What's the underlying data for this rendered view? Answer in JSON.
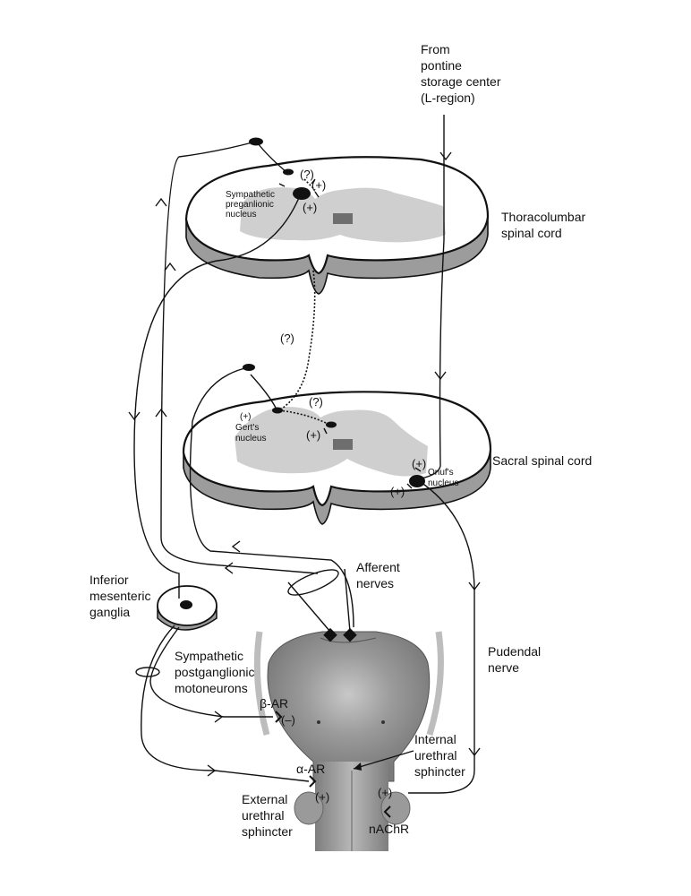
{
  "labels": {
    "pontine": [
      "From",
      "pontine",
      "storage center",
      "(L-region)"
    ],
    "thoracolumbar": [
      "Thoracolumbar",
      "spinal cord"
    ],
    "sacral": "Sacral spinal cord",
    "symp_pregang": [
      "Sympathetic",
      "preganlionic",
      "nucleus"
    ],
    "gerts": [
      "(+)",
      "Gert's",
      "nucleus"
    ],
    "onufs": [
      "Onuf's",
      "nucleus"
    ],
    "afferent": [
      "Afferent",
      "nerves"
    ],
    "inferior_mes": [
      "Inferior",
      "mesenteric",
      "ganglia"
    ],
    "symp_postgang": [
      "Sympathetic",
      "postganglionic",
      "motoneurons"
    ],
    "pudendal": [
      "Pudendal",
      "nerve"
    ],
    "beta_ar": "β-AR",
    "alpha_ar": "α-AR",
    "internal_sph": [
      "Internal",
      "urethral",
      "sphincter"
    ],
    "external_sph": [
      "External",
      "urethral",
      "sphincter"
    ],
    "nachr": "nAChR"
  },
  "signs": {
    "q1": "(?)",
    "plus1": "(+)",
    "plus2": "(+)",
    "q_mid": "(?)",
    "q_sacral": "(?)",
    "plus_sacral": "(+)",
    "plus_onuf1": "(+)",
    "plus_onuf2": "(+)",
    "minus_beta": "(–)",
    "plus_alpha": "(+)",
    "plus_nachr": "(+)"
  }
}
